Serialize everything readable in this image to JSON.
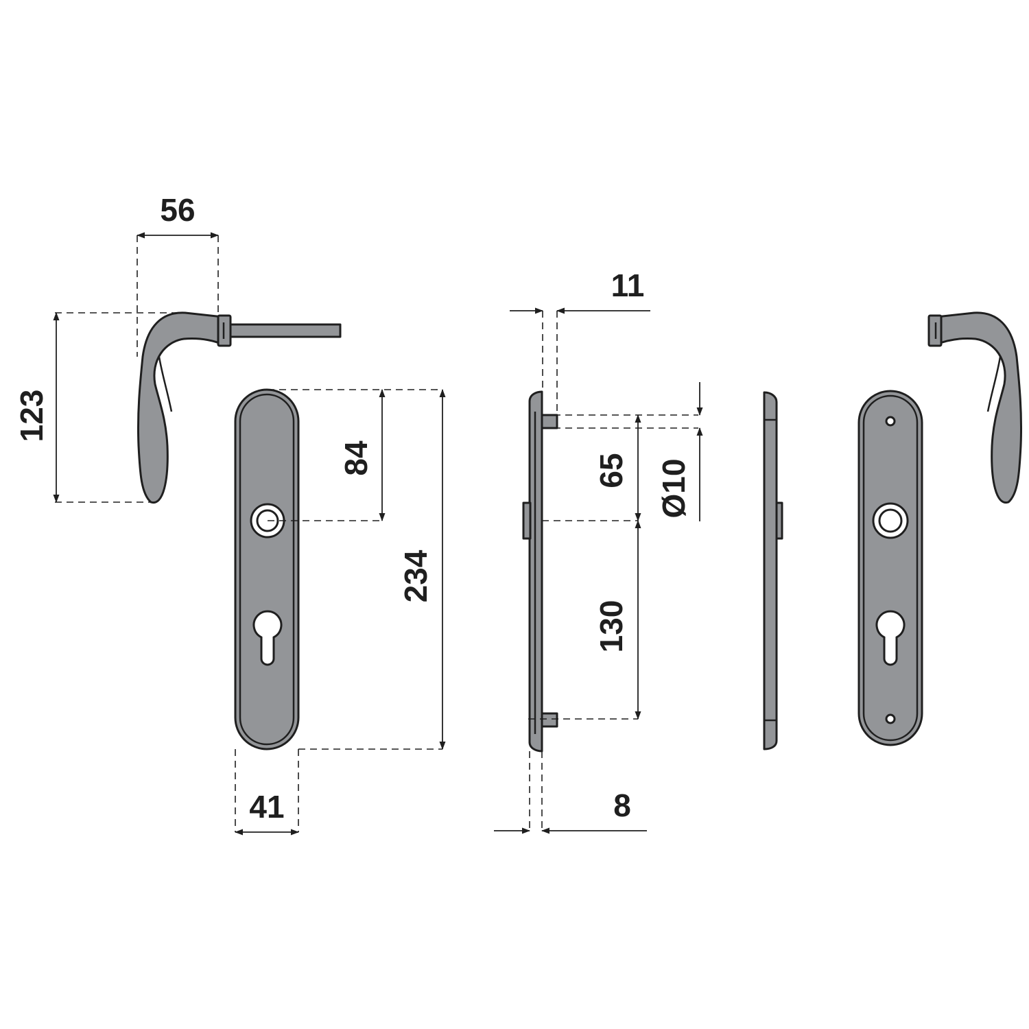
{
  "dimensions": {
    "handle_projection": "56",
    "handle_height": "123",
    "plate_width": "41",
    "plate_length": "234",
    "top_to_spindle": "84",
    "bolt_offset": "11",
    "screw_to_spindle": "65",
    "spindle_diameter": "Ø10",
    "spindle_to_screw": "130",
    "plate_thickness": "8"
  },
  "colors": {
    "part_fill": "#939598",
    "line": "#1f1f1f",
    "background": "#ffffff"
  }
}
